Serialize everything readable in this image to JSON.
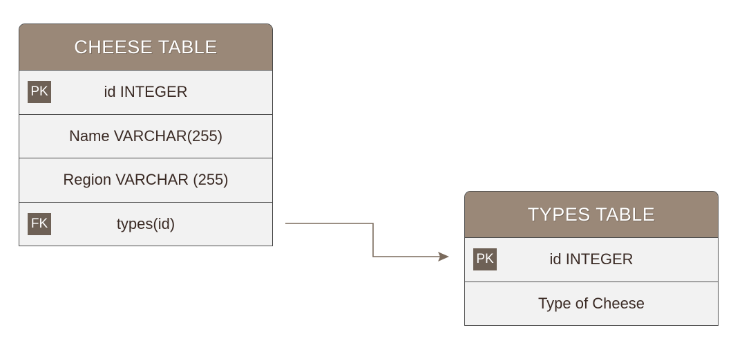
{
  "cheese_table": {
    "title": "CHEESE TABLE",
    "rows": [
      {
        "key": "PK",
        "text": "id INTEGER"
      },
      {
        "key": "",
        "text": "Name VARCHAR(255)"
      },
      {
        "key": "",
        "text": "Region VARCHAR (255)"
      },
      {
        "key": "FK",
        "text": "types(id)"
      }
    ]
  },
  "types_table": {
    "title": "TYPES TABLE",
    "rows": [
      {
        "key": "PK",
        "text": "id INTEGER"
      },
      {
        "key": "",
        "text": "Type of Cheese"
      }
    ]
  },
  "colors": {
    "header": "#9a8878",
    "badge": "#6e6156",
    "row_bg": "#f2f2f2",
    "text": "#3a2a24",
    "connector": "#7a6a5c"
  }
}
